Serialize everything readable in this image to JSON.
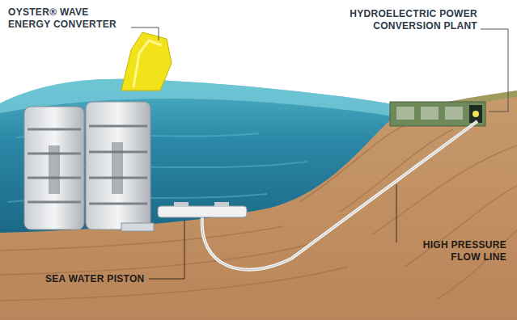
{
  "diagram": {
    "labels": [
      "OYSTER® WAVE ENERGY CONVERTER",
      "HYDROELECTRIC POWER CONVERSION PLANT",
      "HIGH PRESSURE FLOW LINE",
      "SEA WATER PISTON"
    ]
  }
}
